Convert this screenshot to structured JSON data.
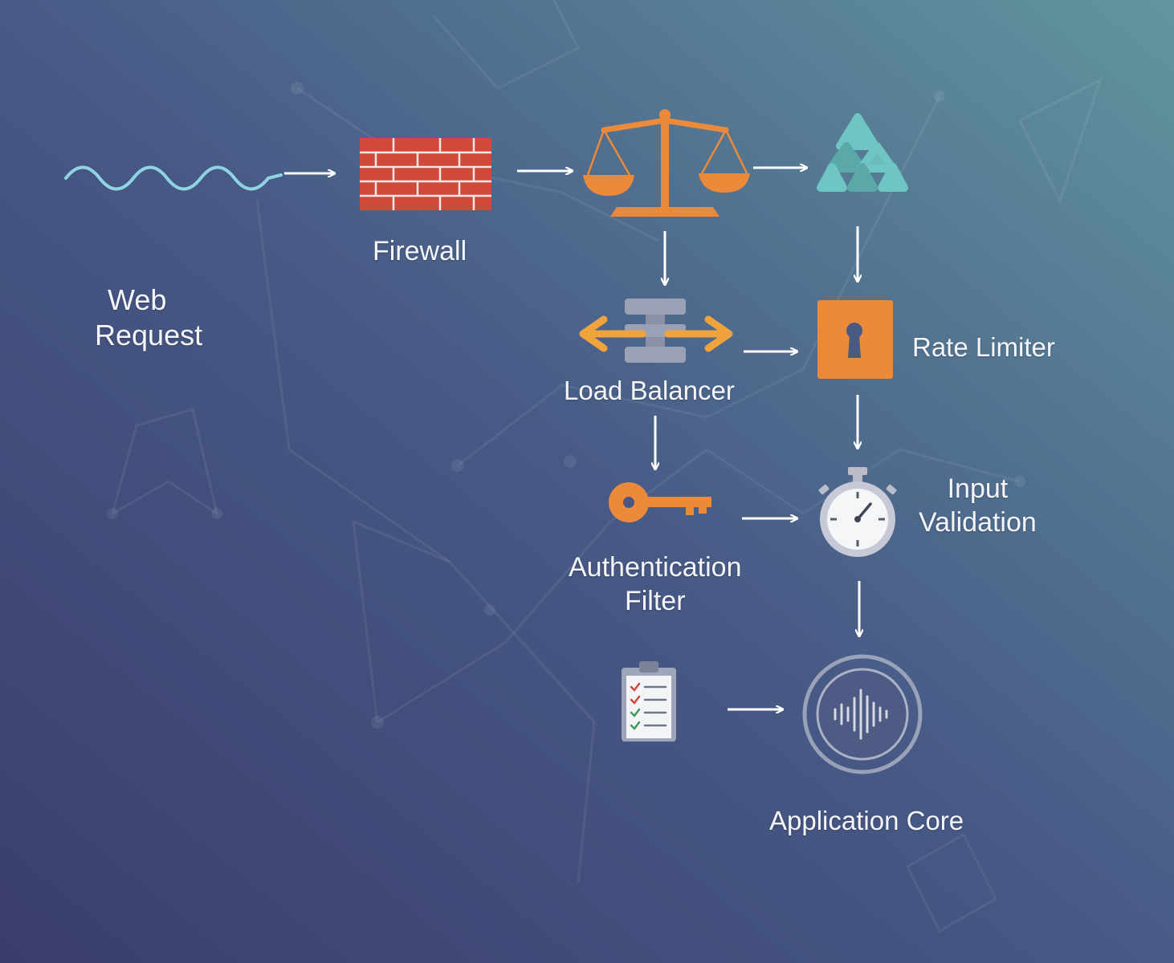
{
  "labels": {
    "web_request_line1": "Web",
    "web_request_line2": "Request",
    "firewall": "Firewall",
    "load_balancer": "Load Balancer",
    "rate_limiter": "Rate Limiter",
    "input_validation_line1": "Input",
    "input_validation_line2": "Validation",
    "auth_filter_line1": "Authentication",
    "auth_filter_line2": "Filter",
    "application_core": "Application Core"
  },
  "icons": [
    "wave-icon",
    "brick-wall-icon",
    "balance-scale-icon",
    "triangle-cluster-icon",
    "server-arrows-icon",
    "padlock-icon",
    "key-icon",
    "stopwatch-icon",
    "checklist-icon",
    "soundwave-core-icon"
  ],
  "colors": {
    "background_top": "#5f8a9e",
    "background_bottom": "#3e4472",
    "accent_orange": "#ec8a3c",
    "brick_red": "#d0493a",
    "teal": "#6fc5c3",
    "wave": "#8fd4e2",
    "gray_icon": "#a9adbc",
    "text": "#f4f6fa"
  }
}
